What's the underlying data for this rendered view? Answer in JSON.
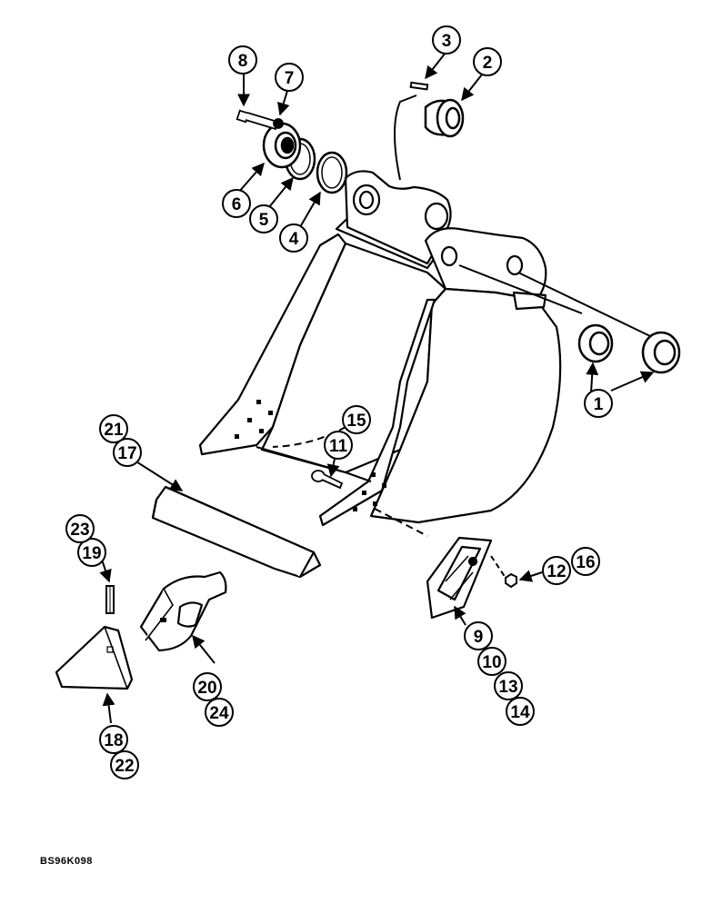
{
  "figure_code": "BS96K098",
  "callouts": [
    "1",
    "2",
    "3",
    "4",
    "5",
    "6",
    "7",
    "8",
    "9",
    "10",
    "11",
    "12",
    "13",
    "14",
    "15",
    "16",
    "17",
    "18",
    "19",
    "20",
    "21",
    "22",
    "23",
    "24"
  ]
}
